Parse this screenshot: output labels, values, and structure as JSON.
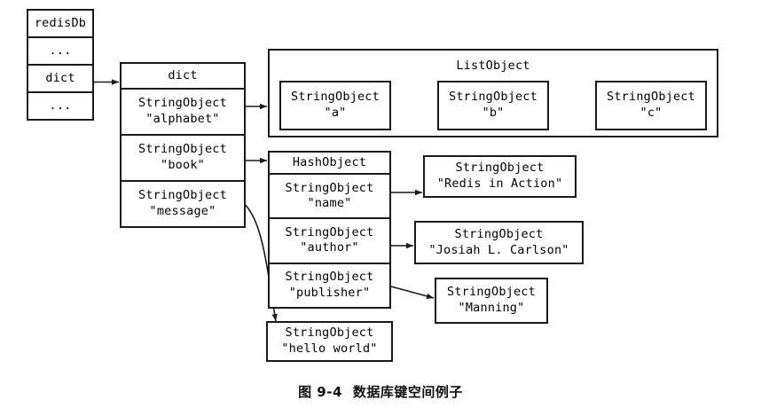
{
  "figure": {
    "caption_number": "图 9-4",
    "caption_text": "数据库键空间例子"
  },
  "redis_db_table": {
    "rows": [
      {
        "label": "redisDb"
      },
      {
        "label": "..."
      },
      {
        "label": "dict"
      },
      {
        "label": "..."
      }
    ]
  },
  "dict_table": {
    "header": "dict",
    "entries": [
      {
        "type": "StringObject",
        "value": "\"alphabet\""
      },
      {
        "type": "StringObject",
        "value": "\"book\""
      },
      {
        "type": "StringObject",
        "value": "\"message\""
      }
    ]
  },
  "list_object": {
    "title": "ListObject",
    "nodes": [
      {
        "type": "StringObject",
        "value": "\"a\""
      },
      {
        "type": "StringObject",
        "value": "\"b\""
      },
      {
        "type": "StringObject",
        "value": "\"c\""
      }
    ]
  },
  "hash_object": {
    "header": "HashObject",
    "fields": [
      {
        "type": "StringObject",
        "value": "\"name\""
      },
      {
        "type": "StringObject",
        "value": "\"author\""
      },
      {
        "type": "StringObject",
        "value": "\"publisher\""
      }
    ]
  },
  "hash_values": [
    {
      "type": "StringObject",
      "value": "\"Redis in Action\""
    },
    {
      "type": "StringObject",
      "value": "\"Josiah L. Carlson\""
    },
    {
      "type": "StringObject",
      "value": "\"Manning\""
    }
  ],
  "message_value": {
    "type": "StringObject",
    "value": "\"hello world\""
  },
  "colors": {
    "stroke": "#1a1a1a",
    "background": "#ffffff",
    "text": "#000000"
  }
}
